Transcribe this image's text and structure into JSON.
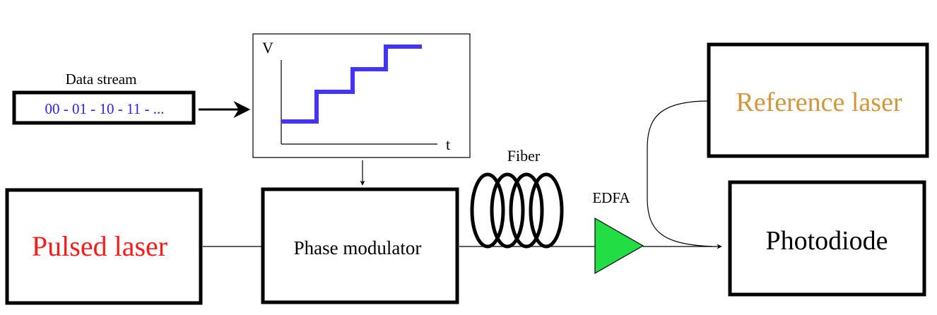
{
  "data_stream": {
    "label": "Data stream",
    "value": "00 - 01 - 10 - 11 - ..."
  },
  "voltage_plot": {
    "y_label": "V",
    "x_label": "t",
    "levels": 4
  },
  "pulsed_laser": {
    "label": "Pulsed laser"
  },
  "phase_modulator": {
    "label": "Phase modulator"
  },
  "fiber": {
    "label": "Fiber"
  },
  "edfa": {
    "label": "EDFA"
  },
  "reference_laser": {
    "label": "Reference laser"
  },
  "photodiode": {
    "label": "Photodiode"
  },
  "colors": {
    "stroke": "#000000",
    "data_text": "#2a1fff",
    "voltage_trace": "#4433ff",
    "pulsed_laser_text": "#ff1a1a",
    "reference_laser_text": "#d4963a",
    "edfa_fill": "#22dd44"
  }
}
